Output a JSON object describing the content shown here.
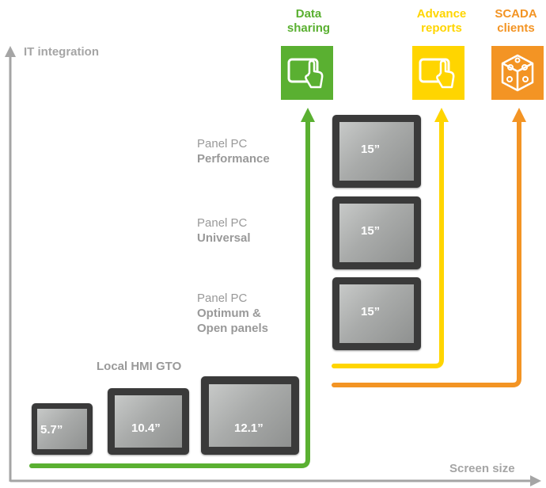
{
  "axes": {
    "y_label": "IT integration",
    "x_label": "Screen size"
  },
  "columns": [
    {
      "label_line1": "Data",
      "label_line2": "sharing",
      "color": "#5ab031",
      "icon": "touch-screen-icon"
    },
    {
      "label_line1": "Advance",
      "label_line2": "reports",
      "color": "#ffd500",
      "icon": "touch-screen-icon"
    },
    {
      "label_line1": "SCADA",
      "label_line2": "clients",
      "color": "#f39424",
      "icon": "puzzle-cube-icon"
    }
  ],
  "panel_pcs": [
    {
      "line1": "Panel PC",
      "line2": "Performance",
      "line3": "",
      "size": "15”"
    },
    {
      "line1": "Panel PC",
      "line2": "Universal",
      "line3": "",
      "size": "15”"
    },
    {
      "line1": "Panel PC",
      "line2": "Optimum &",
      "line3": "Open panels",
      "size": "15”"
    }
  ],
  "local_hmi": {
    "title": "Local HMI GTO",
    "sizes": [
      "5.7”",
      "10.4”",
      "12.1”"
    ]
  },
  "colors": {
    "axis": "#a5a5a5",
    "green": "#5ab031",
    "yellow": "#ffd500",
    "orange": "#f39424",
    "label_gray": "#999999"
  }
}
